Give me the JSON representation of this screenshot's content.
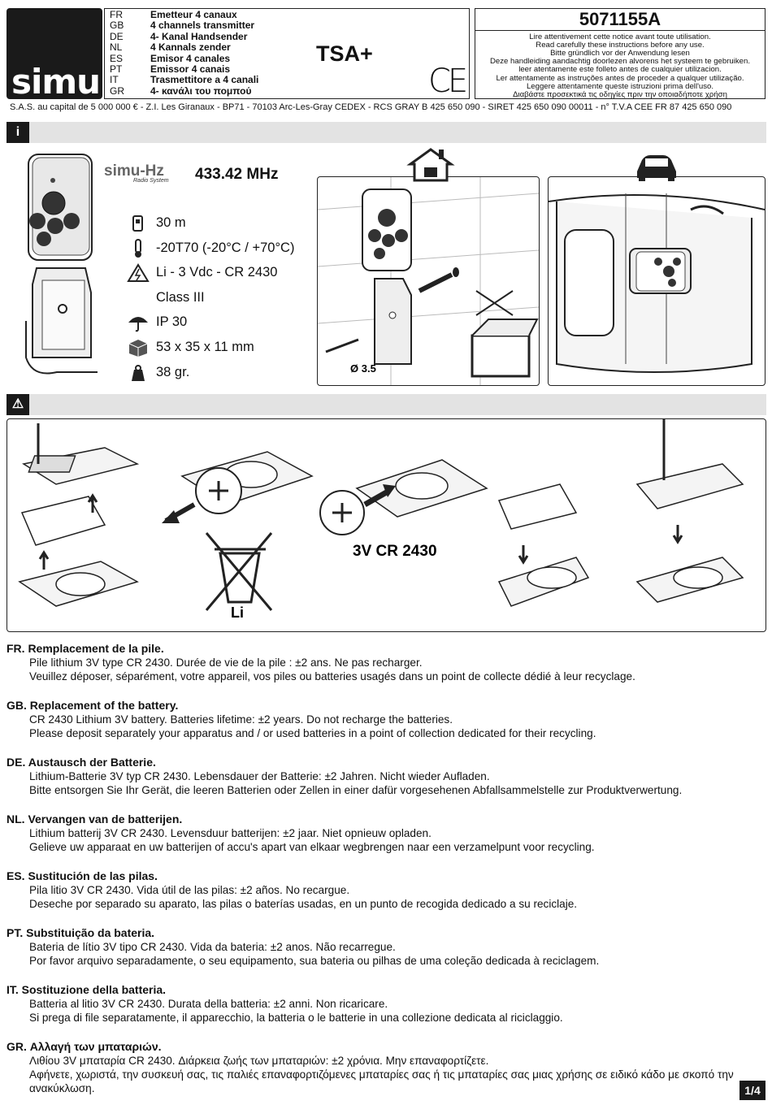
{
  "header": {
    "brand": "simu",
    "languages": [
      {
        "code": "FR",
        "text": "Emetteur 4 canaux"
      },
      {
        "code": "GB",
        "text": "4 channels transmitter"
      },
      {
        "code": "DE",
        "text": "4- Kanal Handsender"
      },
      {
        "code": "NL",
        "text": "4 Kannals zender"
      },
      {
        "code": "ES",
        "text": "Emisor 4 canales"
      },
      {
        "code": "PT",
        "text": "Emissor 4 canais"
      },
      {
        "code": "IT",
        "text": "Trasmettitore a 4 canali"
      },
      {
        "code": "GR",
        "text": "4- κανάλι του πομπού"
      }
    ],
    "model": "TSA+",
    "ce_mark": "CE",
    "reference": "5071155A",
    "read_notice": [
      "Lire attentivement cette notice avant toute utilisation.",
      "Read carefully these instructions before any use.",
      "Bitte gründlich vor der Anwendung lesen",
      "Deze handleiding aandachtig doorlezen alvorens het systeem te gebruiken.",
      "leer atentamente este folleto antes de cualquier utilizacion.",
      "Ler attentamente as instruções antes de proceder a qualquer utilização.",
      "Leggere attentamente queste istruzioni prima dell'uso.",
      "Διαβάστε προσεκτικά τις οδηγίες πριν την οποιαδήποτε χρήση"
    ],
    "company": "S.A.S. au capital de 5 000 000 € - Z.I. Les Giranaux - BP71 - 70103 Arc-Les-Gray CEDEX - RCS GRAY B 425 650 090 - SIRET 425 650 090 00011 - n° T.V.A CEE FR 87 425 650 090"
  },
  "info_section": {
    "tag": "i",
    "logo_text": "simu-Hz",
    "logo_sub": "Radio System",
    "frequency": "433.42 MHz",
    "specs": [
      {
        "icon": "range-icon",
        "text": "30 m"
      },
      {
        "icon": "thermometer-icon",
        "text": "-20T70 (-20°C / +70°C)"
      },
      {
        "icon": "voltage-warning-icon",
        "text": "Li - 3 Vdc - CR 2430"
      },
      {
        "icon": "none",
        "text": "Class III"
      },
      {
        "icon": "umbrella-icon",
        "text": "IP 30"
      },
      {
        "icon": "cube-icon",
        "text": "53 x 35 x 11 mm"
      },
      {
        "icon": "weight-icon",
        "text": "38 gr."
      }
    ],
    "screw_diameter": "Ø 3.5"
  },
  "battery_section": {
    "tag": "⚠",
    "battery_label": "3V CR 2430",
    "recycle_label": "Li"
  },
  "instructions": [
    {
      "heading": "FR. Remplacement de la pile.",
      "lines": [
        "Pile lithium 3V type CR 2430. Durée de vie de la pile : ±2 ans. Ne pas recharger.",
        "Veuillez déposer, séparément, votre appareil, vos piles ou batteries usagés dans un point de collecte dédié à leur recyclage."
      ]
    },
    {
      "heading": "GB. Replacement of the battery.",
      "lines": [
        "CR 2430 Lithium 3V battery. Batteries lifetime: ±2 years. Do not recharge the batteries.",
        "Please deposit separately your apparatus and / or used batteries in a point of collection dedicated for their recycling."
      ]
    },
    {
      "heading": "DE. Austausch der Batterie.",
      "lines": [
        "Lithium-Batterie 3V typ CR 2430. Lebensdauer der Batterie: ±2 Jahren. Nicht wieder Aufladen.",
        "Bitte entsorgen Sie Ihr Gerät, die leeren Batterien oder Zellen in einer dafür vorgesehenen Abfallsammelstelle zur Produktverwertung."
      ]
    },
    {
      "heading": "NL. Vervangen van de batterijen.",
      "lines": [
        "Lithium batterij 3V CR 2430. Levensduur batterijen: ±2 jaar. Niet opnieuw opladen.",
        "Gelieve uw apparaat en uw batterijen of accu's apart van elkaar wegbrengen naar een verzamelpunt voor recycling."
      ]
    },
    {
      "heading": "ES. Sustitución de las pilas.",
      "lines": [
        "Pila litio 3V CR 2430. Vida útil de las pilas: ±2 años. No recargue.",
        "Deseche por separado su aparato, las pilas o baterías usadas, en un punto de recogida dedicado a su reciclaje."
      ]
    },
    {
      "heading": "PT. Substituição da bateria.",
      "lines": [
        "Bateria de lítio 3V tipo CR 2430. Vida da bateria: ±2 anos. Não recarregue.",
        "Por favor arquivo separadamente, o seu equipamento, sua bateria ou pilhas de uma coleção dedicada à reciclagem."
      ]
    },
    {
      "heading": "IT. Sostituzione della batteria.",
      "lines": [
        "Batteria al litio 3V CR 2430. Durata della batteria: ±2 anni. Non ricaricare.",
        "Si prega di file separatamente, il apparecchio, la batteria o le batterie in una collezione dedicata al riciclaggio."
      ]
    },
    {
      "heading": "GR. Αλλαγή των μπαταριών.",
      "lines": [
        "Λιθίου 3V μπαταρία CR 2430. Διάρκεια ζωής των μπαταριών: ±2 χρόνια. Μην επαναφορτίζετε.",
        "Αφήνετε, χωριστά, την συσκευή σας, τις παλιές επαναφορτιζόμενες μπαταρίες σας ή τις μπαταρίες σας μιας χρήσης σε ειδικό κάδο με σκοπό την ανακύκλωση."
      ]
    }
  ],
  "page": "1/4"
}
